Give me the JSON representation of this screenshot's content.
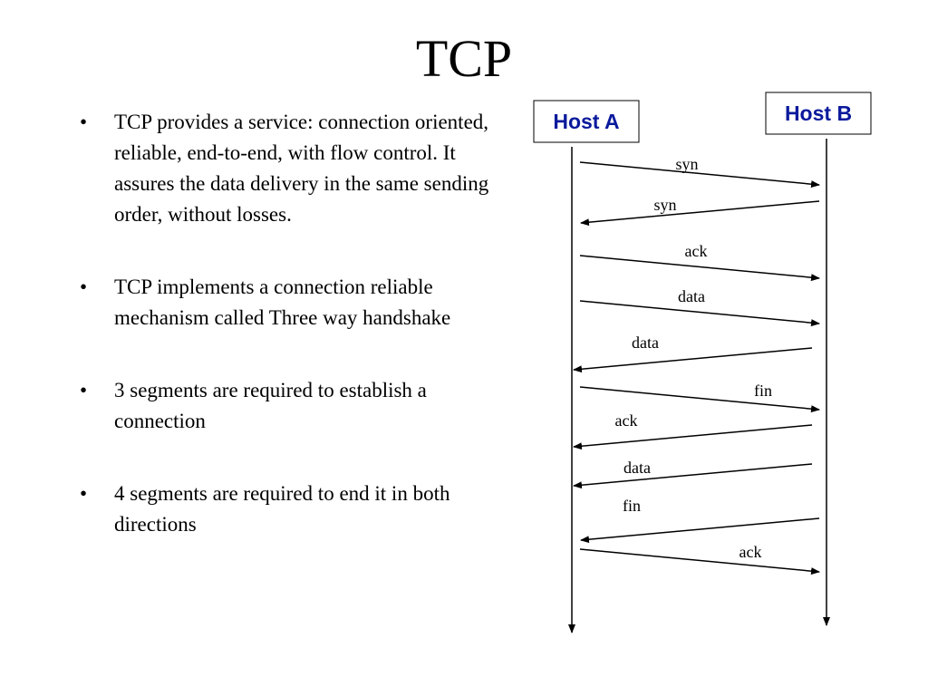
{
  "title": "TCP",
  "bullets": [
    "TCP provides a service: connection oriented, reliable, end-to-end, with flow control. It assures the data delivery in the same sending order, without losses.",
    "TCP implements a connection reliable mechanism called Three way handshake",
    "3 segments are required to establish a connection",
    "4 segments are required to end it in both directions"
  ],
  "hosts": {
    "a": "Host A",
    "b": "Host B"
  },
  "colors": {
    "host_label": "#0a1a9c",
    "lines": "#000000"
  },
  "messages": [
    {
      "label": "syn",
      "from": "A",
      "to": "B"
    },
    {
      "label": "syn",
      "from": "B",
      "to": "A"
    },
    {
      "label": "ack",
      "from": "A",
      "to": "B"
    },
    {
      "label": "data",
      "from": "A",
      "to": "B"
    },
    {
      "label": "data",
      "from": "B",
      "to": "A"
    },
    {
      "label": "fin",
      "from": "A",
      "to": "B"
    },
    {
      "label": "ack",
      "from": "B",
      "to": "A"
    },
    {
      "label": "data",
      "from": "B",
      "to": "A"
    },
    {
      "label": "fin",
      "from": "B",
      "to": "A"
    },
    {
      "label": "ack",
      "from": "A",
      "to": "B"
    }
  ]
}
